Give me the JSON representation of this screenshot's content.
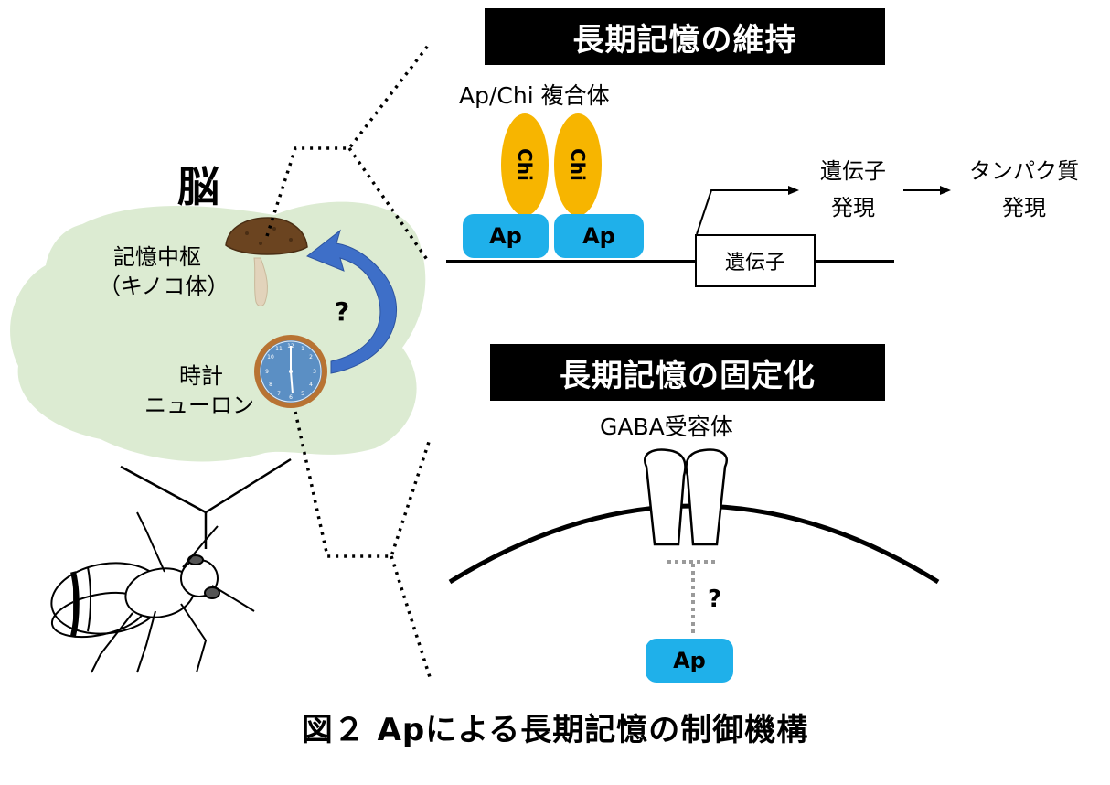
{
  "brain": {
    "title": "脳",
    "memory_center_line1": "記憶中枢",
    "memory_center_line2": "（キノコ体）",
    "clock_neuron_line1": "時計",
    "clock_neuron_line2": "ニューロン",
    "question": "?"
  },
  "maintenance": {
    "title": "長期記憶の維持",
    "complex_label": "Ap/Chi 複合体",
    "chi_label_1": "Chi",
    "chi_label_2": "Chi",
    "ap_label_1": "Ap",
    "ap_label_2": "Ap",
    "gene_box": "遺伝子",
    "gene_expression_line1": "遺伝子",
    "gene_expression_line2": "発現",
    "protein_expression_line1": "タンパク質",
    "protein_expression_line2": "発現"
  },
  "consolidation": {
    "title": "長期記憶の固定化",
    "receptor_label": "GABA受容体",
    "question": "?",
    "ap_label": "Ap"
  },
  "caption": "図２ Apによる長期記憶の制御機構",
  "colors": {
    "brain_fill": "#dcebd2",
    "ap_fill": "#1fb0ea",
    "chi_fill": "#f7b500",
    "arrow_fill": "#3e6fc8",
    "title_bg": "#000000"
  }
}
